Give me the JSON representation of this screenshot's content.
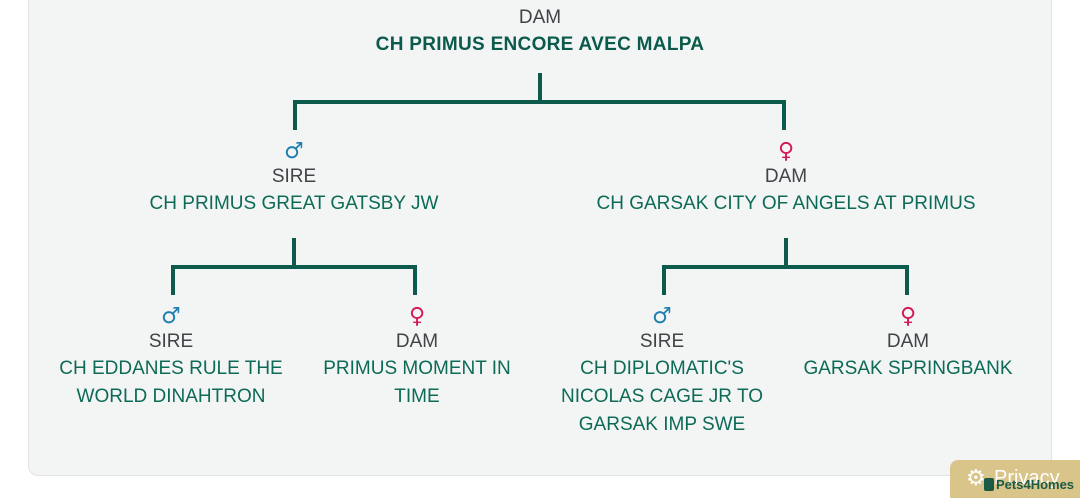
{
  "colors": {
    "line": "#0b5a4b",
    "name": "#0d6a56",
    "male": "#1e7fb0",
    "female": "#d2195a",
    "card_bg": "#f3f5f5"
  },
  "pedigree": {
    "root": {
      "role": "DAM",
      "name": "CH PRIMUS ENCORE AVEC MALPA"
    },
    "sire": {
      "icon": "male-icon",
      "glyph": "♂",
      "role": "SIRE",
      "name": "CH PRIMUS GREAT GATSBY JW",
      "sire": {
        "icon": "male-icon",
        "glyph": "♂",
        "role": "SIRE",
        "name_lines": [
          "CH EDDANES RULE THE",
          "WORLD DINAHTRON"
        ]
      },
      "dam": {
        "icon": "female-icon",
        "glyph": "♀",
        "role": "DAM",
        "name_lines": [
          "PRIMUS MOMENT IN",
          "TIME"
        ]
      }
    },
    "dam": {
      "icon": "female-icon",
      "glyph": "♀",
      "role": "DAM",
      "name": "CH GARSAK CITY OF ANGELS AT PRIMUS",
      "sire": {
        "icon": "male-icon",
        "glyph": "♂",
        "role": "SIRE",
        "name_lines": [
          "CH DIPLOMATIC'S",
          "NICOLAS CAGE JR TO",
          "GARSAK IMP SWE"
        ]
      },
      "dam": {
        "icon": "female-icon",
        "glyph": "♀",
        "role": "DAM",
        "name_lines": [
          "GARSAK SPRINGBANK"
        ]
      }
    }
  },
  "privacy_badge": {
    "icon": "gear-icon",
    "gear_glyph": "⚙",
    "label": "Privacy",
    "brand": "Pets4Homes"
  }
}
